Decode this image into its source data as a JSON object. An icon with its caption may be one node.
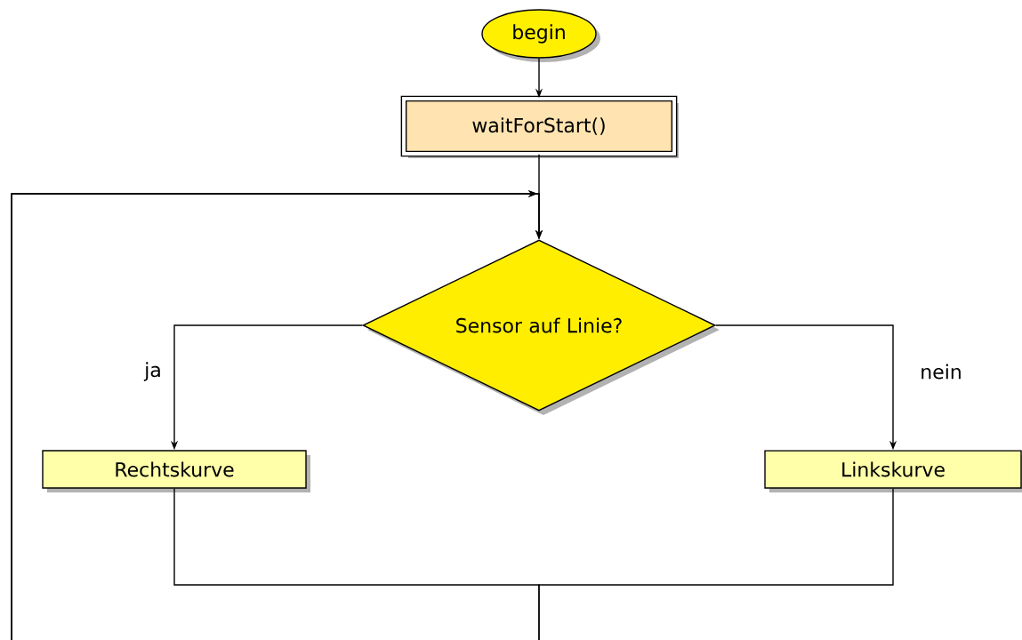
{
  "diagram": {
    "nodes": [
      {
        "text": [
          "begin"
        ]
      },
      {
        "text": [
          "waitForStart()"
        ]
      },
      {
        "text": [
          "Sensor auf Linie?"
        ]
      },
      {
        "text": [
          "Rechtskurve"
        ]
      },
      {
        "text": [
          "Linkskurve"
        ]
      }
    ],
    "edges": [
      {
        "from": 0,
        "to": 1,
        "arrow": "to"
      },
      {
        "from": 1,
        "to": 2,
        "arrow": "to"
      },
      {
        "from": 2,
        "to": 3,
        "arrow": "to",
        "label": "ja"
      },
      {
        "from": 2,
        "to": 4,
        "arrow": "to",
        "label": "nein"
      },
      {
        "from": 3,
        "to": 2,
        "arrow": "to"
      },
      {
        "from": 4,
        "to": 2,
        "arrow": "to"
      }
    ]
  }
}
